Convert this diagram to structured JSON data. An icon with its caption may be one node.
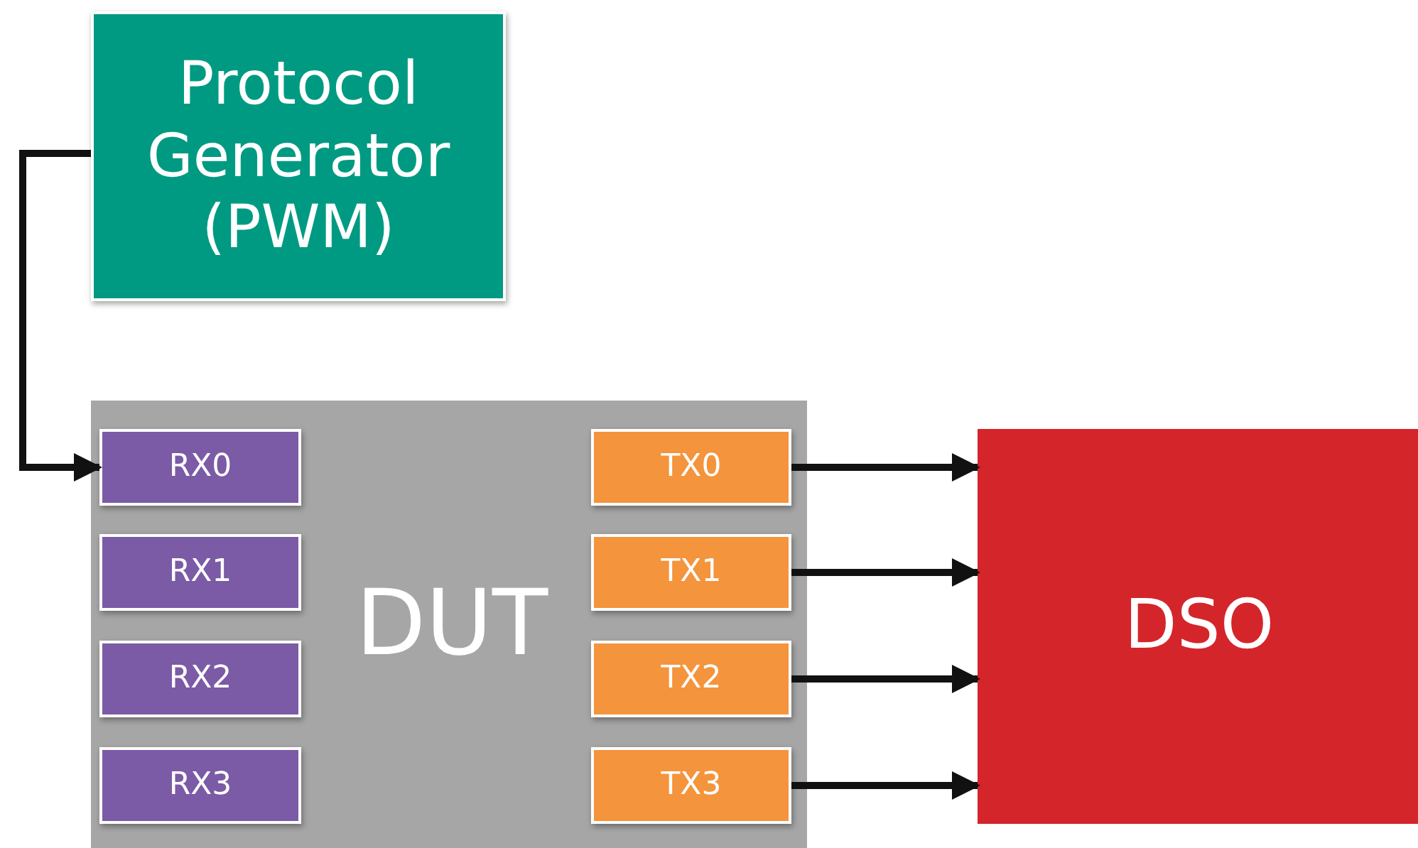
{
  "diagram": {
    "nodes": [
      {
        "text": [
          "Protocol Generator (PWM)"
        ]
      },
      {
        "text": [
          "DUT"
        ]
      },
      {
        "text": [
          "RX0"
        ],
        "in": 1
      },
      {
        "text": [
          "RX1"
        ],
        "in": 1
      },
      {
        "text": [
          "RX2"
        ],
        "in": 1
      },
      {
        "text": [
          "RX3"
        ],
        "in": 1
      },
      {
        "text": [
          "TX0"
        ],
        "in": 1
      },
      {
        "text": [
          "TX1"
        ],
        "in": 1
      },
      {
        "text": [
          "TX2"
        ],
        "in": 1
      },
      {
        "text": [
          "TX3"
        ],
        "in": 1
      },
      {
        "text": [
          "DSO"
        ]
      }
    ],
    "edges": [
      {
        "from": 0,
        "to": 2,
        "arrow": "to"
      },
      {
        "from": 6,
        "to": 10,
        "arrow": "to"
      },
      {
        "from": 7,
        "to": 10,
        "arrow": "to"
      },
      {
        "from": 8,
        "to": 10,
        "arrow": "to"
      },
      {
        "from": 9,
        "to": 10,
        "arrow": "to"
      }
    ]
  }
}
